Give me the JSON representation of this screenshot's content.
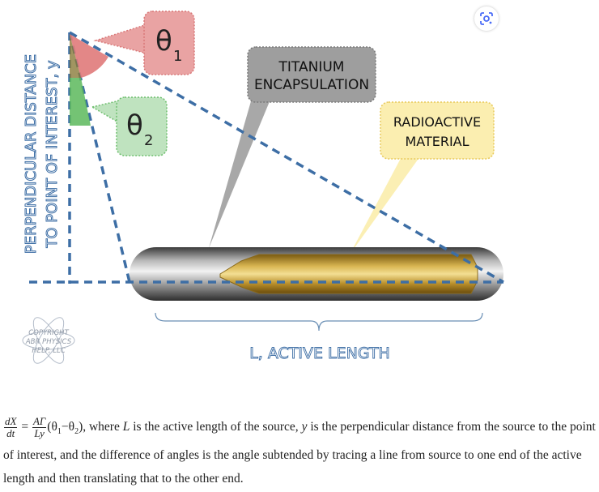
{
  "diagram": {
    "labels": {
      "theta1": {
        "symbol": "θ",
        "sub": "1"
      },
      "theta2": {
        "symbol": "θ",
        "sub": "2"
      },
      "titanium_line1": "TITANIUM",
      "titanium_line2": "ENCAPSULATION",
      "radioactive_line1": "RADIOACTIVE",
      "radioactive_line2": "MATERIAL",
      "axis_line1": "PERPENDICULAR DISTANCE",
      "axis_line2": "TO POINT OF INTEREST, y",
      "active_length": "L, ACTIVE LENGTH",
      "copyright_line1": "COPYRIGHT",
      "copyright_line2": "ABR PHYSICS",
      "copyright_line3": "HELP, LLC"
    },
    "colors": {
      "dashed_line": "#3d6ea5",
      "theta1_fill": "#e9a3a3",
      "theta1_wedge": "#e07a7a",
      "theta2_fill": "#bfe3bf",
      "theta2_wedge": "#5cb85c",
      "titanium_callout": "#9e9e9e",
      "radioactive_callout": "#fbeeb0",
      "capsule_metal": "#8a8a8a",
      "core_gold": "#c9a43a"
    },
    "lens_icon": "google-lens-icon"
  },
  "caption": {
    "frac1": {
      "num": "dX",
      "den": "dt"
    },
    "frac2": {
      "num": "AΓ",
      "den": "Ly"
    },
    "theta_expr_open": "(θ",
    "sub1": "1",
    "minus": "−θ",
    "sub2": "2",
    "close": "),",
    "text_a": " where ",
    "L": "L",
    "text_b": " is the active length of the source, ",
    "y": "y",
    "text_c": " is the perpendicular distance from the source to the point of interest, and the difference of angles is the angle subtended by tracing a line from source to one end of the active length and then translating that to the other end."
  }
}
